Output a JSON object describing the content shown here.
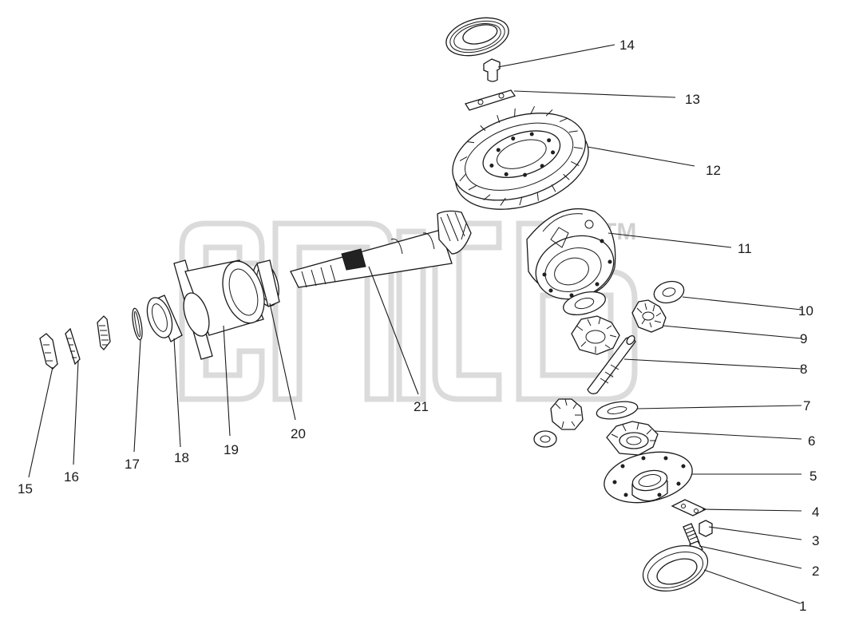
{
  "diagram": {
    "watermark": {
      "text": "TM"
    },
    "callouts": [
      {
        "id": "1",
        "label": "1"
      },
      {
        "id": "2",
        "label": "2"
      },
      {
        "id": "3",
        "label": "3"
      },
      {
        "id": "4",
        "label": "4"
      },
      {
        "id": "5",
        "label": "5"
      },
      {
        "id": "6",
        "label": "6"
      },
      {
        "id": "7",
        "label": "7"
      },
      {
        "id": "8",
        "label": "8"
      },
      {
        "id": "9",
        "label": "9"
      },
      {
        "id": "10",
        "label": "10"
      },
      {
        "id": "11",
        "label": "11"
      },
      {
        "id": "12",
        "label": "12"
      },
      {
        "id": "13",
        "label": "13"
      },
      {
        "id": "14",
        "label": "14"
      },
      {
        "id": "15",
        "label": "15"
      },
      {
        "id": "16",
        "label": "16"
      },
      {
        "id": "17",
        "label": "17"
      },
      {
        "id": "18",
        "label": "18"
      },
      {
        "id": "19",
        "label": "19"
      },
      {
        "id": "20",
        "label": "20"
      },
      {
        "id": "21",
        "label": "21"
      }
    ]
  }
}
